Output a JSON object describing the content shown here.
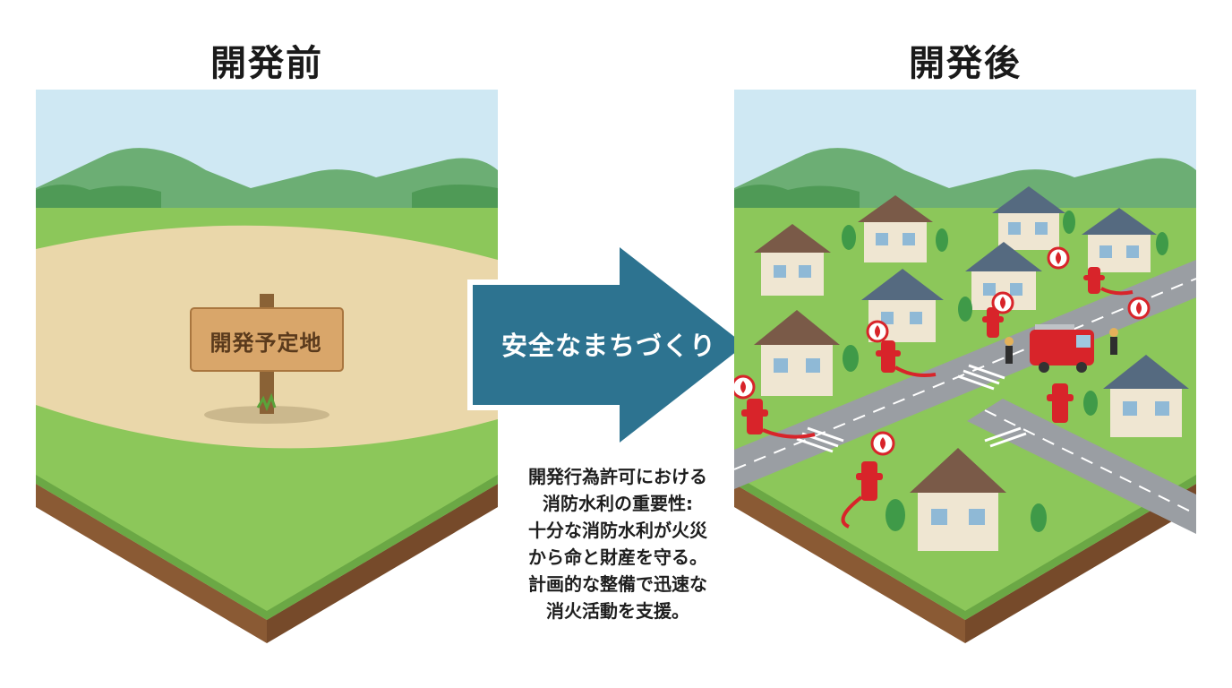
{
  "before": {
    "title": "開発前",
    "sign_text": "開発予定地"
  },
  "after": {
    "title": "開発後"
  },
  "arrow": {
    "label": "安全なまちづくり"
  },
  "note": {
    "lines": [
      "開発行為許可における",
      "消防水利の重要性:",
      "十分な消防水利が火災",
      "から命と財産を守る。",
      "計画的な整備で迅速な",
      "消火活動を支援。"
    ]
  },
  "colors": {
    "sky": "#cfe8f3",
    "grass": "#8cc75a",
    "soil": "#8a5a34",
    "dirt": "#ead7aa",
    "arrow": "#2d7390",
    "hydrant": "#d8242a",
    "road": "#9a9ea3"
  },
  "icons": [
    "signpost-icon",
    "fire-hydrant-icon",
    "fire-marker-icon",
    "fire-truck-icon",
    "firefighter-icon",
    "house-icon"
  ]
}
